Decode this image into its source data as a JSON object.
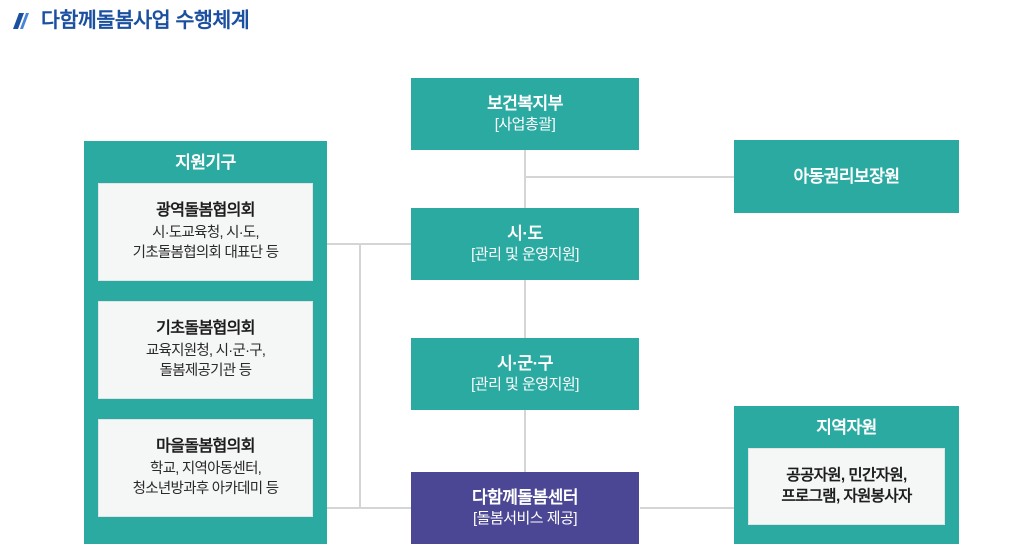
{
  "header": {
    "title": "다함께돌봄사업 수행체계",
    "accent_color": "#1b4fa0",
    "mark_icon": "slash-mark-icon"
  },
  "theme": {
    "teal": "#2BAAA2",
    "purple": "#4B4795",
    "card_bg": "#f5f6f6",
    "card_border": "#e2e3e4",
    "connector": "#d4d5d6",
    "page_bg": "#ffffff"
  },
  "diagram": {
    "type": "organization-chart",
    "nodes": {
      "ministry": {
        "title": "보건복지부",
        "subtitle": "[사업총괄]",
        "color": "#2BAAA2"
      },
      "child_rights": {
        "title": "아동권리보장원",
        "subtitle": "",
        "color": "#2BAAA2"
      },
      "sido": {
        "title": "시·도",
        "subtitle": "[관리 및 운영지원]",
        "color": "#2BAAA2"
      },
      "sigungu": {
        "title": "시·군·구",
        "subtitle": "[관리 및 운영지원]",
        "color": "#2BAAA2"
      },
      "center": {
        "title": "다함께돌봄센터",
        "subtitle": "[돌봄서비스 제공]",
        "color": "#4B4795"
      }
    },
    "support_panel": {
      "heading": "지원기구",
      "cards": [
        {
          "title": "광역돌봄협의회",
          "sub_lines": [
            "시·도교육청, 시·도,",
            "기초돌봄협의회 대표단 등"
          ],
          "bold_sub": false
        },
        {
          "title": "기초돌봄협의회",
          "sub_lines": [
            "교육지원청, 시·군·구,",
            "돌봄제공기관 등"
          ],
          "bold_sub": false
        },
        {
          "title": "마을돌봄협의회",
          "sub_lines": [
            "학교, 지역아동센터,",
            "청소년방과후 아카데미 등"
          ],
          "bold_sub": false
        }
      ]
    },
    "resource_panel": {
      "heading": "지역자원",
      "cards": [
        {
          "title": "",
          "sub_lines": [
            "공공자원, 민간자원,",
            "프로그램, 자원봉사자"
          ],
          "bold_sub": true
        }
      ]
    },
    "edges": [
      {
        "from": "ministry",
        "to": "sido",
        "style": "vertical"
      },
      {
        "from": "ministry",
        "to": "child_rights",
        "style": "elbow-right"
      },
      {
        "from": "sido",
        "to": "sigungu",
        "style": "vertical"
      },
      {
        "from": "sigungu",
        "to": "center",
        "style": "vertical"
      },
      {
        "from": "support_panel",
        "to": "sido",
        "style": "elbow-left"
      },
      {
        "from": "support_panel",
        "to": "center",
        "style": "elbow-left"
      },
      {
        "from": "center",
        "to": "resource_panel",
        "style": "horizontal"
      }
    ]
  }
}
